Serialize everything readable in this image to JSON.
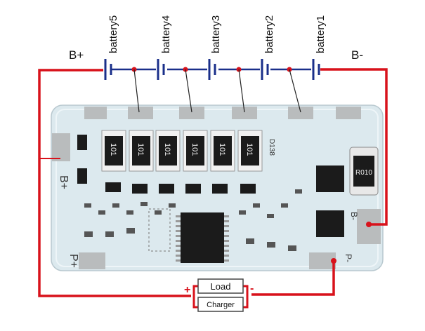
{
  "labels": {
    "battery_names": [
      "battery5",
      "battery4",
      "battery3",
      "battery2",
      "battery1"
    ],
    "b_plus": "B+",
    "b_minus": "B-",
    "load": "Load",
    "charger": "Charger",
    "plus": "+",
    "minus": "-"
  },
  "board": {
    "left_pad": "B+",
    "left_pad_bottom": "P+",
    "right_pad_bottom": "P-",
    "right_pad": "B-",
    "resistor_code": "101",
    "shunt_code": "R010",
    "board_mark": "D138"
  },
  "colors": {
    "wire": "#d8121b",
    "battery_line": "#1a2f8a",
    "board": "#dce9ee",
    "component": "#1b1b1b",
    "pad": "#b9bcbd"
  }
}
